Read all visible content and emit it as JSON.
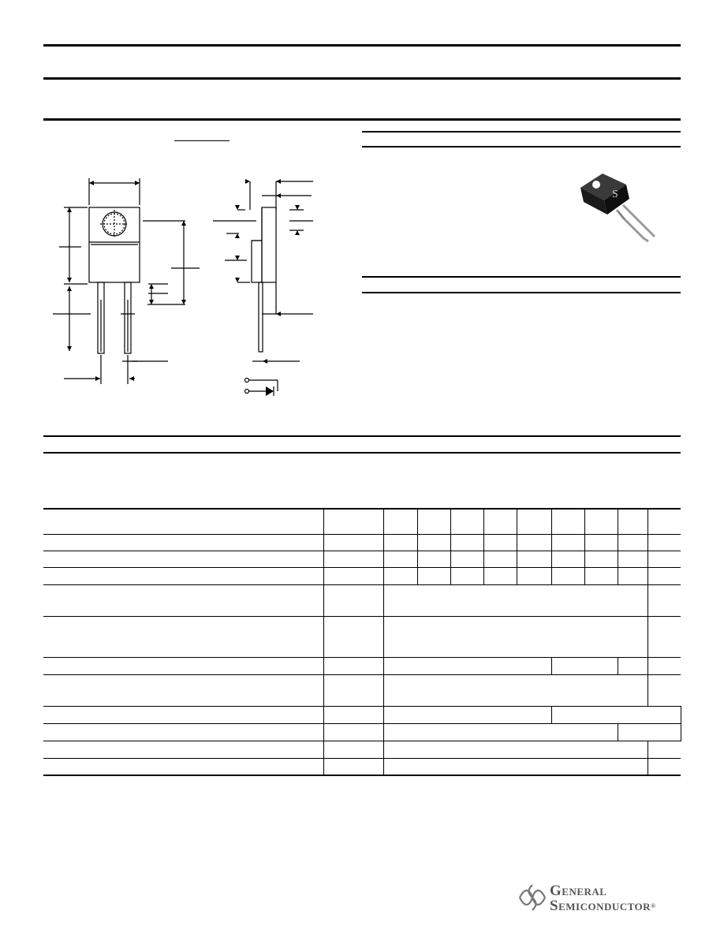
{
  "logo": {
    "line1": "General",
    "line2": "Semiconductor",
    "mark": "®",
    "icon": "gs-logo-icon"
  },
  "colors": {
    "ink": "#000000",
    "logo_grey": "#555555"
  },
  "photo": {
    "icon": "to-220-diode-photo"
  },
  "drawing": {
    "icon": "package-outline-drawing"
  }
}
